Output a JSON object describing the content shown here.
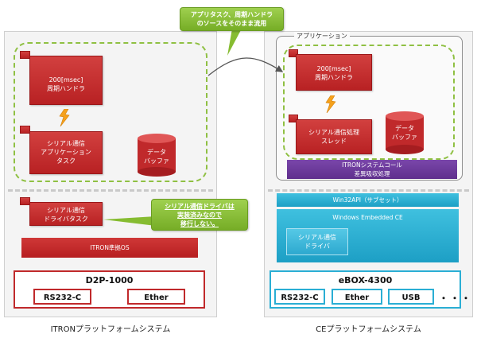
{
  "callouts": {
    "top": [
      "アプリタスク、周期ハンドラ",
      "のソースをそのまま流用"
    ],
    "middle": [
      "シリアル通信ドライバは",
      "実装済みなので",
      "移行しない。"
    ]
  },
  "itron": {
    "caption": "ITRONプラットフォームシステム",
    "handler": [
      "200[msec]",
      "周期ハンドラ"
    ],
    "app_task": [
      "シリアル通信",
      "アプリケーション",
      "タスク"
    ],
    "data_buffer": [
      "データ",
      "バッファ"
    ],
    "driver_task": [
      "シリアル通信",
      "ドライバタスク"
    ],
    "os_bar": "ITRON準拠OS",
    "board": {
      "title": "D2P-1000",
      "ports": [
        "RS232-C",
        "Ether"
      ]
    }
  },
  "ce": {
    "caption": "CEプラットフォームシステム",
    "app_label": "アプリケーション",
    "handler": [
      "200[msec]",
      "周期ハンドラ"
    ],
    "thread": [
      "シリアル通信処理",
      "スレッド"
    ],
    "data_buffer": [
      "データ",
      "バッファ"
    ],
    "syscall_bar": [
      "ITRONシステムコール",
      "差異吸収処理"
    ],
    "win32_bar": "Win32API（サブセット）",
    "os_label": "Windows Embedded CE",
    "driver": [
      "シリアル通信",
      "ドライバ"
    ],
    "board": {
      "title": "eBOX-4300",
      "ports": [
        "RS232-C",
        "Ether",
        "USB"
      ],
      "more": "・・・"
    }
  },
  "colors": {
    "task_red": "#c0292b",
    "os_purple": "#6b3a9a",
    "ce_cyan": "#2aaed4",
    "callout_green": "#86bc31",
    "lightning": "#f5a11c"
  }
}
